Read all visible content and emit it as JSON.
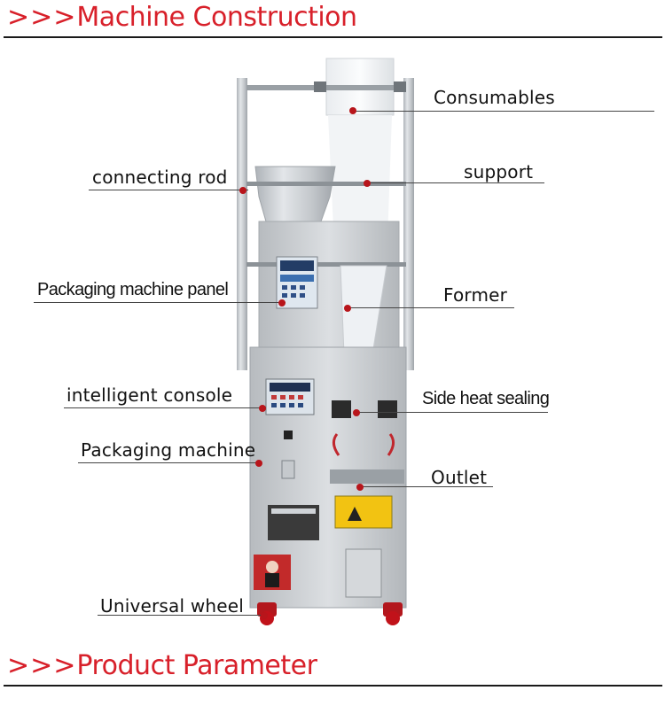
{
  "headings": {
    "arrows": ">>>",
    "machine_construction": "Machine Construction",
    "product_parameter": "Product Parameter"
  },
  "labels": {
    "consumables": "Consumables",
    "connecting_rod": "connecting rod",
    "support": "support",
    "packaging_machine_panel": "Packaging machine panel",
    "former": "Former",
    "intelligent_console": "intelligent console",
    "side_heat_sealing": "Side heat sealing",
    "packaging_machine": "Packaging machine",
    "outlet": "Outlet",
    "universal_wheel": "Universal wheel"
  },
  "colors": {
    "heading": "#d8202a",
    "marker": "#b8151b",
    "machine_steel": "#c9cdd1"
  }
}
